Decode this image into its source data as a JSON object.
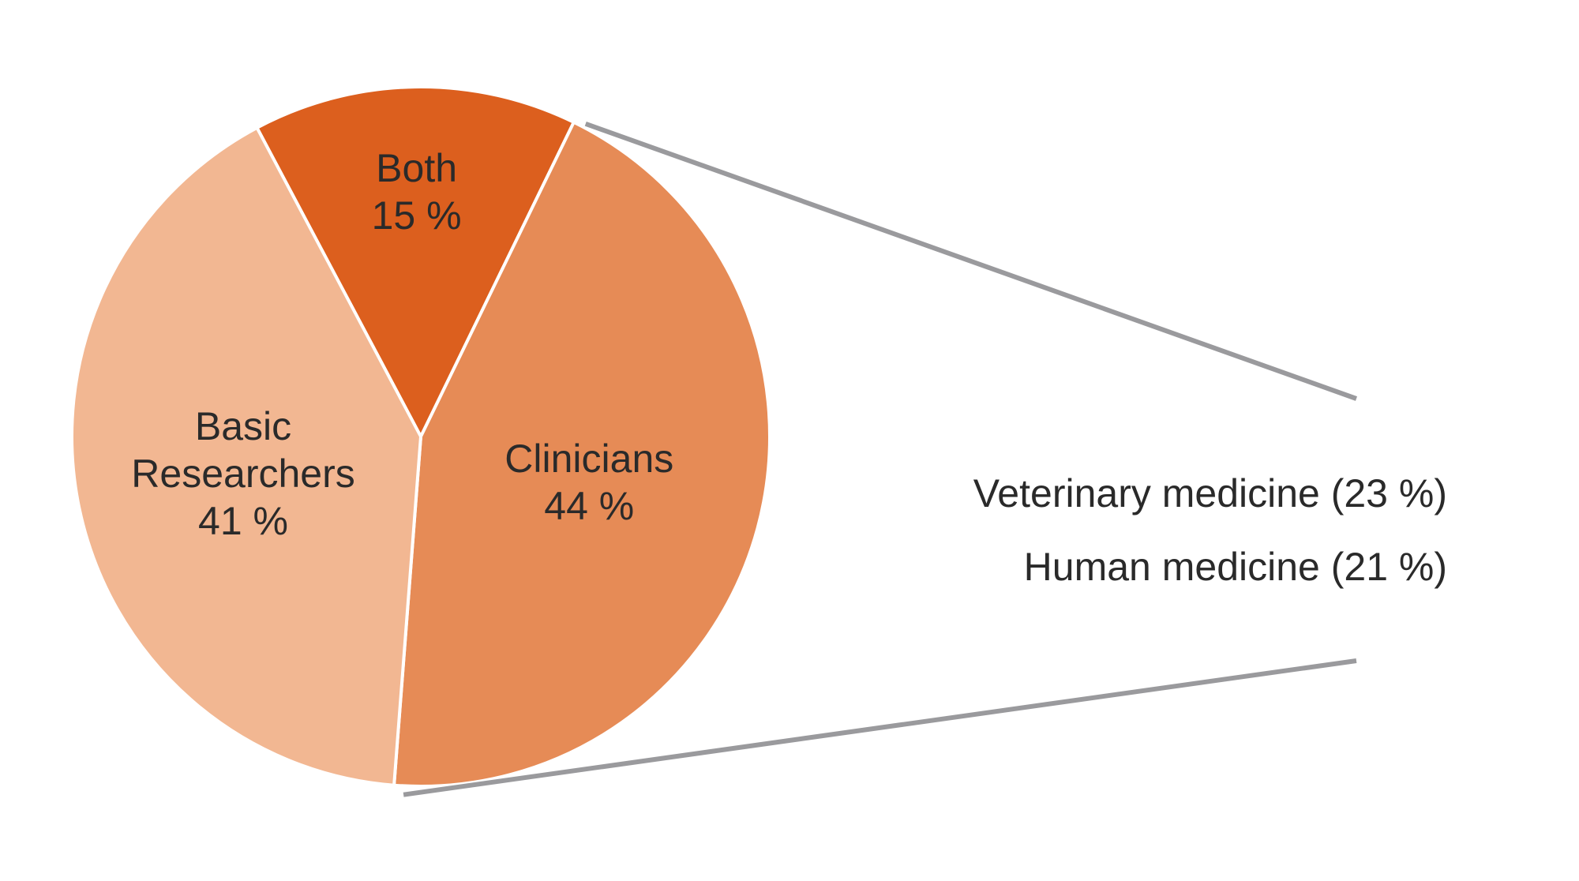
{
  "chart_data": {
    "type": "pie",
    "slices": [
      {
        "label_lines": [
          "Both",
          "15 %"
        ],
        "value": 15,
        "color": "#dc5f1e"
      },
      {
        "label_lines": [
          "Clinicians",
          "44 %"
        ],
        "value": 44,
        "color": "#e68b56"
      },
      {
        "label_lines": [
          "Basic",
          "Researchers",
          "41 %"
        ],
        "value": 41,
        "color": "#f2b792"
      }
    ],
    "breakdown": {
      "parent": "Clinicians",
      "items": [
        {
          "label": "Veterinary medicine (23 %)",
          "value": 23
        },
        {
          "label": "Human medicine (21 %)",
          "value": 21
        }
      ]
    },
    "connector_color": "#9a9a9d"
  }
}
